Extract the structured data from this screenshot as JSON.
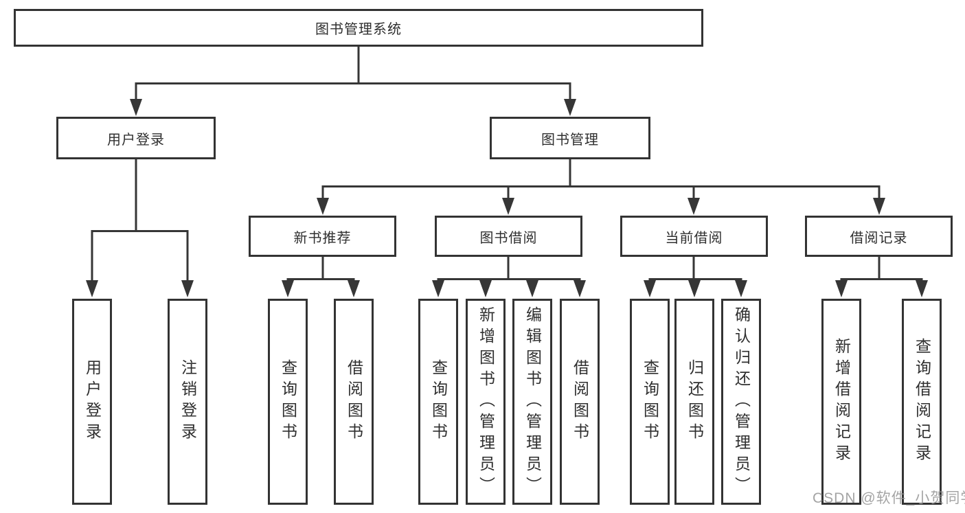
{
  "diagram": {
    "root": {
      "label": "图书管理系统"
    },
    "branches": [
      {
        "label": "用户登录",
        "leaves": [
          {
            "label": "用户登录"
          },
          {
            "label": "注销登录"
          }
        ]
      },
      {
        "label": "图书管理",
        "groups": [
          {
            "label": "新书推荐",
            "leaves": [
              {
                "label": "查询图书"
              },
              {
                "label": "借阅图书"
              }
            ]
          },
          {
            "label": "图书借阅",
            "leaves": [
              {
                "label": "查询图书"
              },
              {
                "label": "新增图书（管理员）"
              },
              {
                "label": "编辑图书（管理员）"
              },
              {
                "label": "借阅图书"
              }
            ]
          },
          {
            "label": "当前借阅",
            "leaves": [
              {
                "label": "查询图书"
              },
              {
                "label": "归还图书"
              },
              {
                "label": "确认归还（管理员）"
              }
            ]
          },
          {
            "label": "借阅记录",
            "leaves": [
              {
                "label": "新增借阅记录"
              },
              {
                "label": "查询借阅记录"
              }
            ]
          }
        ]
      }
    ]
  },
  "watermark": {
    "text": "CSDN @软件_小贺同学"
  },
  "colors": {
    "line": "#363636",
    "box_border": "#333333",
    "text": "#2f2f2f",
    "watermark": "#949494",
    "background": "#ffffff"
  }
}
